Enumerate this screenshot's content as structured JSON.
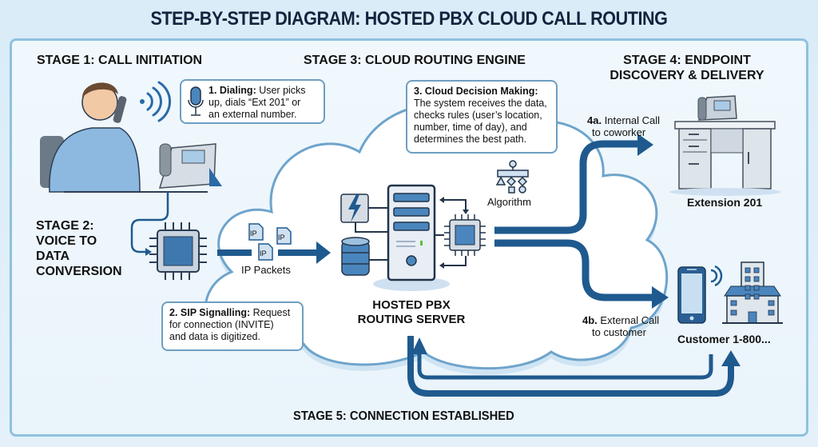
{
  "title": "STEP-BY-STEP DIAGRAM: HOSTED PBX CLOUD CALL ROUTING",
  "stages": {
    "stage1": "STAGE 1: CALL INITIATION",
    "stage2_lines": [
      "STAGE 2:",
      "VOICE TO",
      "DATA",
      "CONVERSION"
    ],
    "stage3": "STAGE 3: CLOUD ROUTING ENGINE",
    "stage4_lines": [
      "STAGE 4: ENDPOINT",
      "DISCOVERY & DELIVERY"
    ],
    "stage5": "STAGE 5: CONNECTION ESTABLISHED"
  },
  "callouts": {
    "dialing": {
      "heading": "1. Dialing:",
      "lines": [
        " User picks",
        "up, dials “Ext 201” or",
        "an external number."
      ]
    },
    "sip": {
      "heading": "2. SIP Signalling:",
      "lines": [
        " Request",
        "for connection (INVITE)",
        "and data is digitized."
      ]
    },
    "decision": {
      "heading": "3. Cloud Decision Making:",
      "lines": [
        "The system receives the data,",
        "checks rules (user’s location,",
        "number, time of day), and",
        "determines the best path."
      ]
    }
  },
  "labels": {
    "ip_packets": "IP Packets",
    "ip_tag": "IP",
    "algorithm": "Algorithm",
    "server_lines": [
      "HOSTED PBX",
      "ROUTING SERVER"
    ],
    "internal_call": {
      "tag": "4a.",
      "lines": [
        " Internal Call",
        "to coworker"
      ]
    },
    "external_call": {
      "tag": "4b.",
      "lines": [
        " External Call",
        "to customer"
      ]
    },
    "extension": "Extension 201",
    "customer": "Customer 1-800..."
  },
  "colors": {
    "primary_blue": "#1f5a8f",
    "cloud_border": "#8ab8d8",
    "dark_navy": "#13243f"
  }
}
